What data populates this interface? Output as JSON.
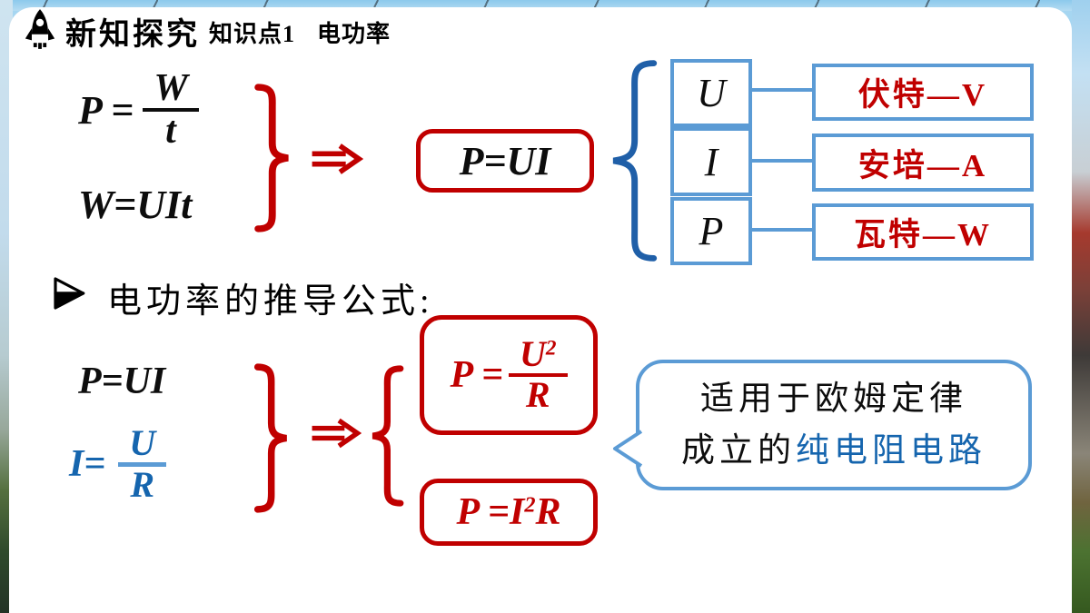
{
  "colors": {
    "accent_red": "#C00000",
    "box_blue": "#5B9BD5",
    "brace_blue": "#1F5FA8",
    "formula_blue": "#1565AE"
  },
  "header": {
    "title": "新知探究",
    "topic": "知识点1",
    "topic_name": "电功率"
  },
  "top_derivation": {
    "f1_lhs": "P =",
    "f1_num": "W",
    "f1_den": "t",
    "f2": "W=UIt",
    "result": "P=UI"
  },
  "units": {
    "rows": [
      {
        "symbol": "U",
        "unit": "伏特—V"
      },
      {
        "symbol": "I",
        "unit": "安培—A"
      },
      {
        "symbol": "P",
        "unit": "瓦特—W"
      }
    ]
  },
  "section": {
    "label": "电功率的推导公式:"
  },
  "bottom_derivation": {
    "f1": "P=UI",
    "f2_lhs": "I=",
    "f2_num": "U",
    "f2_den": "R",
    "r1_lhs": "P =",
    "r1_num_base": "U",
    "r1_num_sup": "2",
    "r1_den": "R",
    "r2_lhs": "P =",
    "r2_base": "I",
    "r2_sup": "2",
    "r2_tail": "R"
  },
  "callout": {
    "line1": "适用于欧姆定律",
    "line2_black": "成立的",
    "line2_blue": "纯电阻电路"
  }
}
